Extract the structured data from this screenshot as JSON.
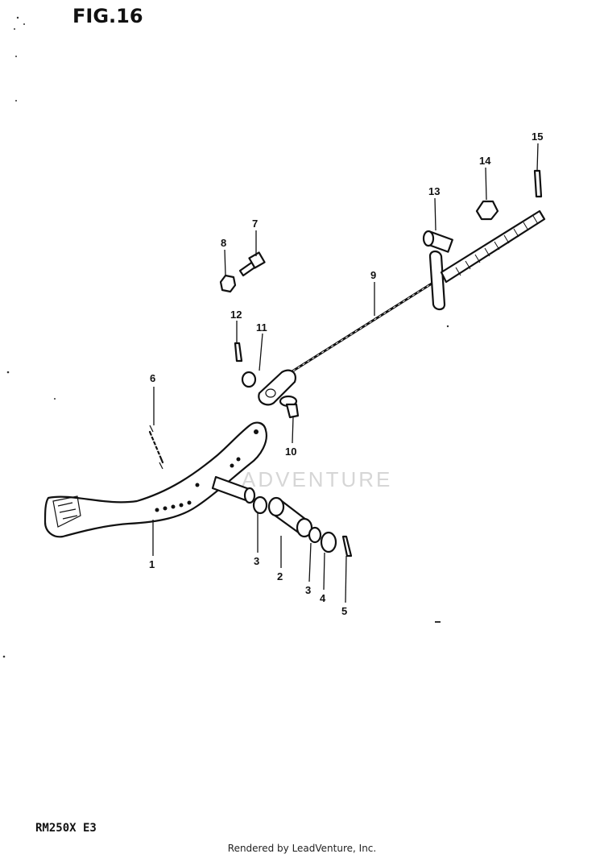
{
  "figure": {
    "title": "FIG.16",
    "model_code": "RM250X  E3"
  },
  "footer": {
    "credit": "Rendered by LeadVenture, Inc."
  },
  "watermark": {
    "text": "ADVENTURE"
  },
  "callouts": [
    {
      "number": "1"
    },
    {
      "number": "2"
    },
    {
      "number": "3"
    },
    {
      "number": "3"
    },
    {
      "number": "4"
    },
    {
      "number": "5"
    },
    {
      "number": "6"
    },
    {
      "number": "7"
    },
    {
      "number": "8"
    },
    {
      "number": "9"
    },
    {
      "number": "10"
    },
    {
      "number": "11"
    },
    {
      "number": "12"
    },
    {
      "number": "13"
    },
    {
      "number": "14"
    },
    {
      "number": "15"
    }
  ]
}
